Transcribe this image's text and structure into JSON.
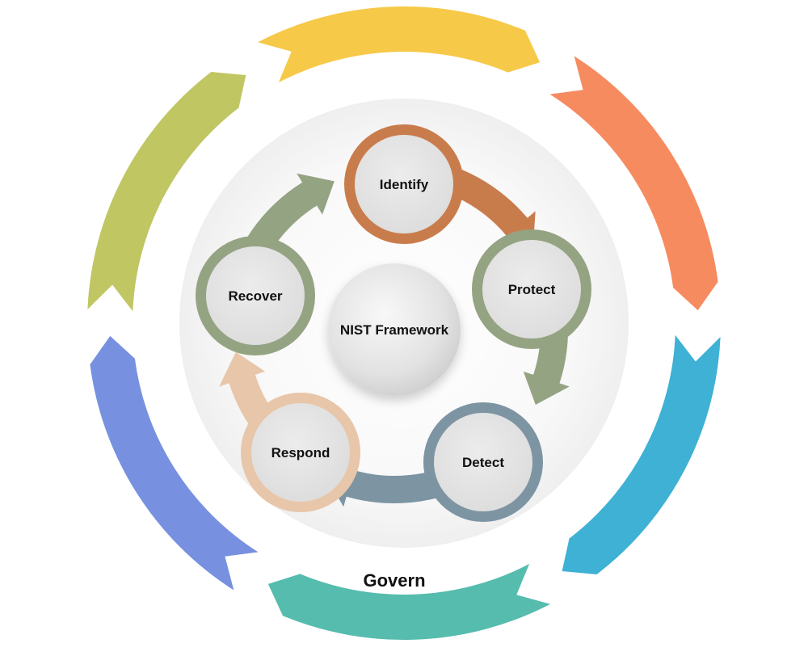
{
  "center": {
    "label": "NIST Framework"
  },
  "outer_label": "Govern",
  "outer_ring_colors": [
    "#f7c948",
    "#f68b60",
    "#3eb1d4",
    "#55bcae",
    "#7890e0",
    "#c0c662"
  ],
  "nodes": [
    {
      "id": "identify",
      "label": "Identify",
      "color": "#c97c4b"
    },
    {
      "id": "protect",
      "label": "Protect",
      "color": "#94a382"
    },
    {
      "id": "detect",
      "label": "Detect",
      "color": "#7d94a3"
    },
    {
      "id": "respond",
      "label": "Respond",
      "color": "#e8c6a9"
    },
    {
      "id": "recover",
      "label": "Recover",
      "color": "#94a382"
    }
  ]
}
